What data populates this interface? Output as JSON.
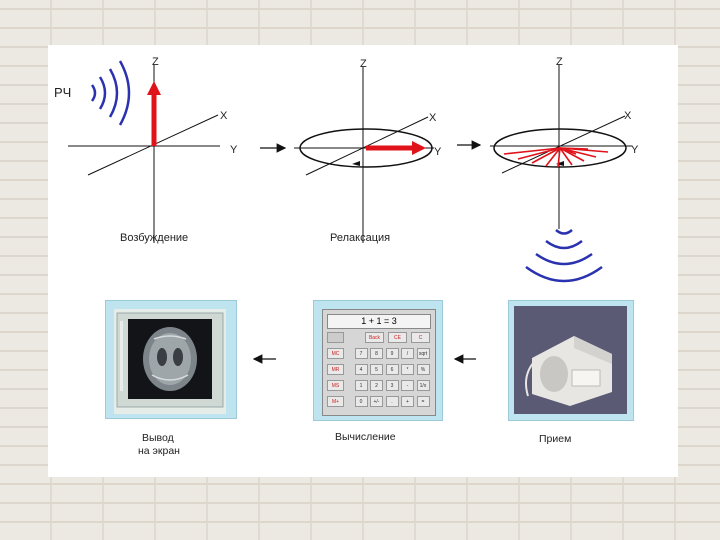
{
  "diagram": {
    "rf_label": "РЧ",
    "stages": [
      {
        "caption": "Возбуждение",
        "axes": {
          "z": "Z",
          "x": "X",
          "y": "Y"
        }
      },
      {
        "caption": "Релаксация",
        "axes": {
          "z": "Z",
          "x": "X",
          "y": "Y"
        }
      },
      {
        "caption": "",
        "axes": {
          "z": "Z",
          "x": "X",
          "y": "Y"
        }
      }
    ],
    "bottom": [
      {
        "caption_line1": "Вывод",
        "caption_line2": "на экран"
      },
      {
        "caption_line1": "Вычисление",
        "caption_line2": ""
      },
      {
        "caption_line1": "Прием",
        "caption_line2": ""
      }
    ],
    "calculator": {
      "display": "1 + 1 = 3",
      "top_keys": [
        "Back",
        "CE",
        "C"
      ],
      "rows": [
        [
          "MC",
          "7",
          "8",
          "9",
          "/",
          "sqrt"
        ],
        [
          "MR",
          "4",
          "5",
          "6",
          "*",
          "%"
        ],
        [
          "MS",
          "1",
          "2",
          "3",
          "-",
          "1/x"
        ],
        [
          "M+",
          "0",
          "+/-",
          ".",
          "+",
          "="
        ]
      ]
    },
    "colors": {
      "vector": "#e0121a",
      "wave": "#2a32b0",
      "panel": "#bde4ef"
    }
  }
}
